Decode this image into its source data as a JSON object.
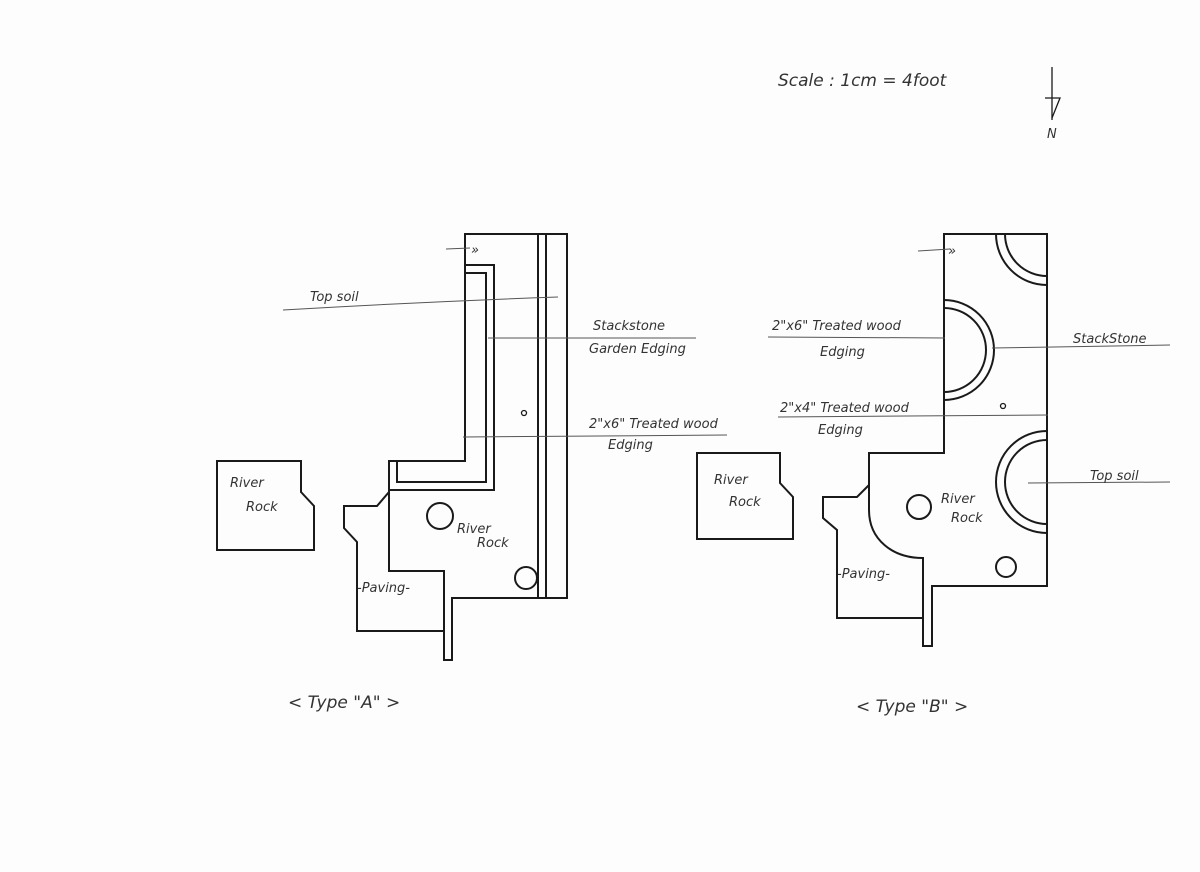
{
  "header": {
    "scale": "Scale : 1cm = 4foot",
    "north": "N"
  },
  "type_a": {
    "caption": "< Type \"A\" >",
    "top_soil": "Top soil",
    "stackstone_1": "Stackstone",
    "stackstone_2": "Garden Edging",
    "wood_1": "2\"x6\" Treated wood",
    "wood_2": "Edging",
    "river_rock_box_1": "River",
    "river_rock_box_2": "Rock",
    "river_rock_1": "River",
    "river_rock_2": "Rock",
    "paving": "-Paving-"
  },
  "type_b": {
    "caption": "< Type \"B\" >",
    "wood6_1": "2\"x6\" Treated wood",
    "wood6_2": "Edging",
    "wood4_1": "2\"x4\" Treated wood",
    "wood4_2": "Edging",
    "stackstone": "StackStone",
    "top_soil": "Top soil",
    "river_rock_box_1": "River",
    "river_rock_box_2": "Rock",
    "river_rock_1": "River",
    "river_rock_2": "Rock",
    "paving": "-Paving-"
  }
}
